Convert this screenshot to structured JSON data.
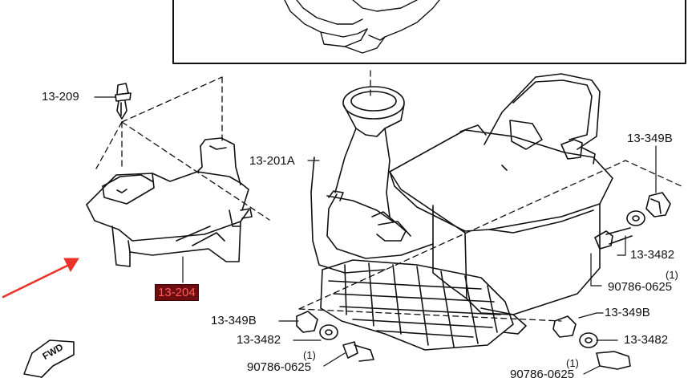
{
  "labels": {
    "p13_209": "13-209",
    "p13_201A": "13-201A",
    "p13_204": "13-204",
    "p13_349B_top": "13-349B",
    "p13_3482_right": "13-3482",
    "qty_right": "(1)",
    "p90786_right": "90786-0625",
    "p13_349B_left": "13-349B",
    "p13_3482_left": "13-3482",
    "qty_left": "(1)",
    "p90786_left": "90786-0625",
    "p13_349B_br": "13-349B",
    "p13_3482_br": "13-3482",
    "qty_br": "(1)",
    "p90786_br": "90786-0625",
    "fwd": "FWD"
  },
  "colors": {
    "line": "#111111",
    "highlight_bg": "#6e0d10",
    "highlight_text": "#ff5a5a",
    "arrow": "#e8322a"
  }
}
